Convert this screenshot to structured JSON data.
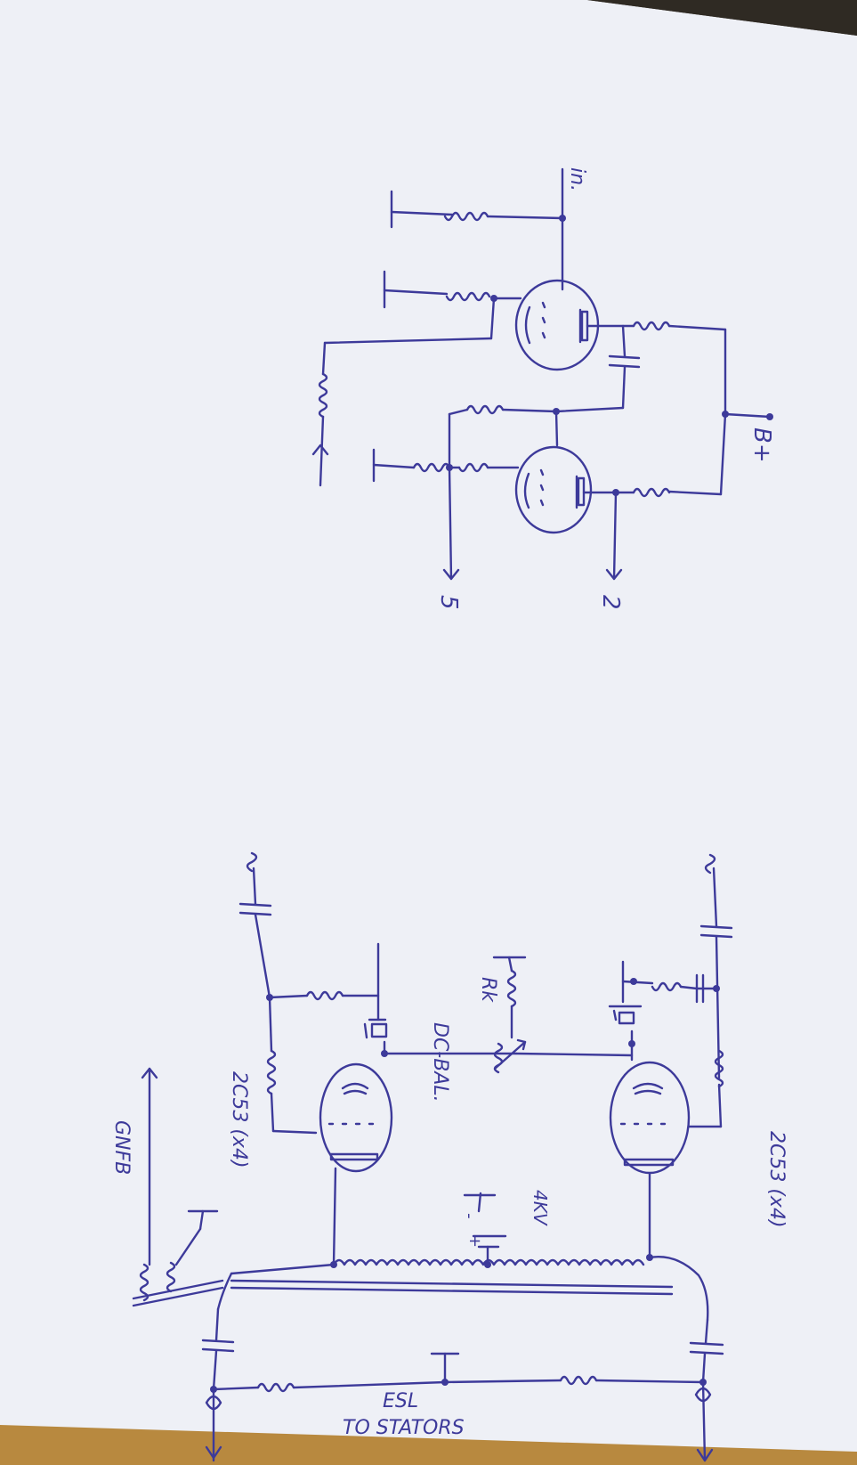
{
  "colors": {
    "ink": "#3d3a9a",
    "paper": "#eef0f6",
    "background": "#3a3128"
  },
  "labels": {
    "input": "in.",
    "b_plus": "B+",
    "out_left": "5",
    "out_right": "2",
    "gnfb": "GNFB",
    "tube_left": "2C53 (x4)",
    "tube_right": "2C53 (x4)",
    "dc_bal": "DC-BAL.",
    "rk": "Rk",
    "hv": "4KV",
    "plus": "+",
    "minus": "-",
    "esl": "ESL",
    "to_stators": "TO STATORS"
  }
}
